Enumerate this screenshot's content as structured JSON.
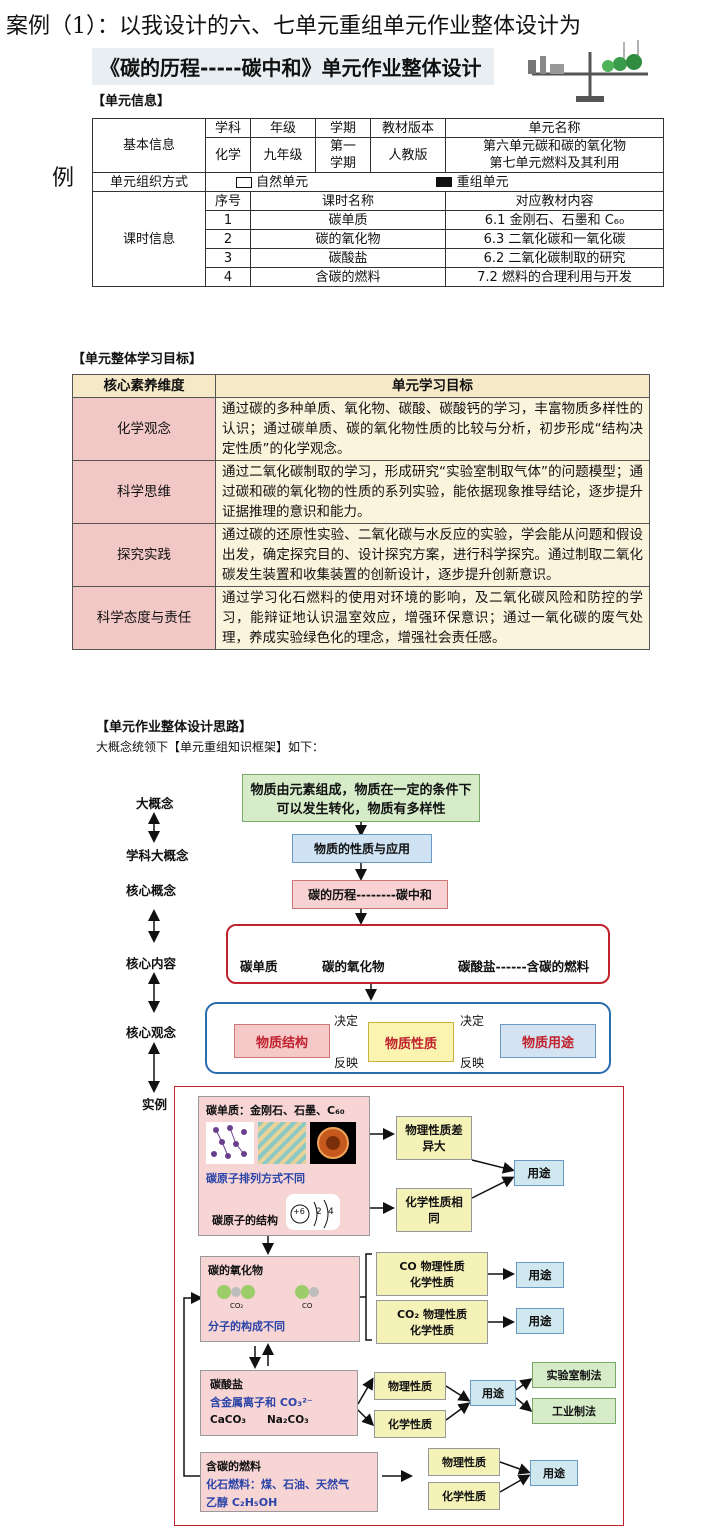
{
  "page": {
    "header": "案例（1）：以我设计的六、七单元重组单元作业整体设计为",
    "header_tail": "例"
  },
  "unit": {
    "title": "《碳的历程-----碳中和》单元作业整体设计",
    "info_label": "【单元信息】",
    "basic_label": "基本信息",
    "cols": [
      "学科",
      "年级",
      "学期",
      "教材版本",
      "单元名称"
    ],
    "vals": [
      "化学",
      "九年级",
      "第一\n学期",
      "人教版",
      "第六单元碳和碳的氧化物\n第七单元燃料及其利用"
    ],
    "org_label": "单元组织方式",
    "org_natural": "自然单元",
    "org_recombined": "重组单元",
    "lesson_label": "课时信息",
    "lesson_cols": [
      "序号",
      "课时名称",
      "对应教材内容"
    ],
    "lessons": [
      {
        "no": "1",
        "name": "碳单质",
        "content": "6.1 金刚石、石墨和 C₆₀"
      },
      {
        "no": "2",
        "name": "碳的氧化物",
        "content": "6.3 二氧化碳和一氧化碳"
      },
      {
        "no": "3",
        "name": "碳酸盐",
        "content": "6.2 二氧化碳制取的研究"
      },
      {
        "no": "4",
        "name": "含碳的燃料",
        "content": "7.2 燃料的合理利用与开发"
      }
    ]
  },
  "goals": {
    "label": "【单元整体学习目标】",
    "col1": "核心素养维度",
    "col2": "单元学习目标",
    "rows": [
      {
        "dim": "化学观念",
        "text": "通过碳的多种单质、氧化物、碳酸、碳酸钙的学习，丰富物质多样性的认识；通过碳单质、碳的氧化物性质的比较与分析，初步形成“结构决定性质”的化学观念。"
      },
      {
        "dim": "科学思维",
        "text": "通过二氧化碳制取的学习，形成研究“实验室制取气体”的问题模型；通过碳和碳的氧化物的性质的系列实验，能依据现象推导结论，逐步提升证据推理的意识和能力。"
      },
      {
        "dim": "探究实践",
        "text": "通过碳的还原性实验、二氧化碳与水反应的实验，学会能从问题和假设出发，确定探究目的、设计探究方案，进行科学探究。通过制取二氧化碳发生装置和收集装置的创新设计，逐步提升创新意识。"
      },
      {
        "dim": "科学态度与责任",
        "text": "通过学习化石燃料的使用对环境的影响，及二氧化碳风险和防控的学习，能辩证地认识温室效应，增强环保意识；通过一氧化碳的废气处理，养成实验绿色化的理念，增强社会责任感。"
      }
    ]
  },
  "design": {
    "label": "【单元作业整体设计思路】",
    "intro": "大概念统领下【单元重组知识框架】如下：",
    "levels": [
      "大概念",
      "学科大概念",
      "核心概念",
      "核心内容",
      "核心观念",
      "实例"
    ],
    "big_idea": "物质由元素组成，物质在一定的条件下可以发生转化，物质有多样性",
    "subject_idea": "物质的性质与应用",
    "core_concept": "碳的历程--------碳中和",
    "core_content": [
      "碳单质",
      "碳的氧化物",
      "碳酸盐------含碳的燃料"
    ],
    "view": {
      "structure": "物质结构",
      "property": "物质性质",
      "use": "物质用途",
      "decide": "决定",
      "reflect": "反映"
    },
    "carbon": {
      "title": "碳单质：金刚石、石墨、C₆₀",
      "note": "碳原子排列方式不同",
      "structure": "碳原子的结构",
      "atom": [
        "+6",
        "2",
        "4"
      ],
      "phys": "物理性质差异大",
      "chem": "化学性质相同",
      "use": "用途"
    },
    "oxide": {
      "title": "碳的氧化物",
      "co2": "CO₂",
      "co": "CO",
      "note": "分子的构成不同",
      "co_prop": "CO 物理性质\n化学性质",
      "co2_prop": "CO₂ 物理性质\n化学性质",
      "use": "用途"
    },
    "carbonate": {
      "title": "碳酸盐",
      "note": "含金属离子和 CO₃²⁻",
      "formulas": "CaCO₃　　Na₂CO₃",
      "phys": "物理性质",
      "chem": "化学性质",
      "use": "用途",
      "lab": "实验室制法",
      "industry": "工业制法"
    },
    "fuel": {
      "title": "含碳的燃料",
      "fossil": "化石燃料：煤、石油、天然气",
      "ethanol": "乙醇 C₂H₅OH",
      "phys": "物理性质",
      "chem": "化学性质",
      "use": "用途"
    }
  }
}
